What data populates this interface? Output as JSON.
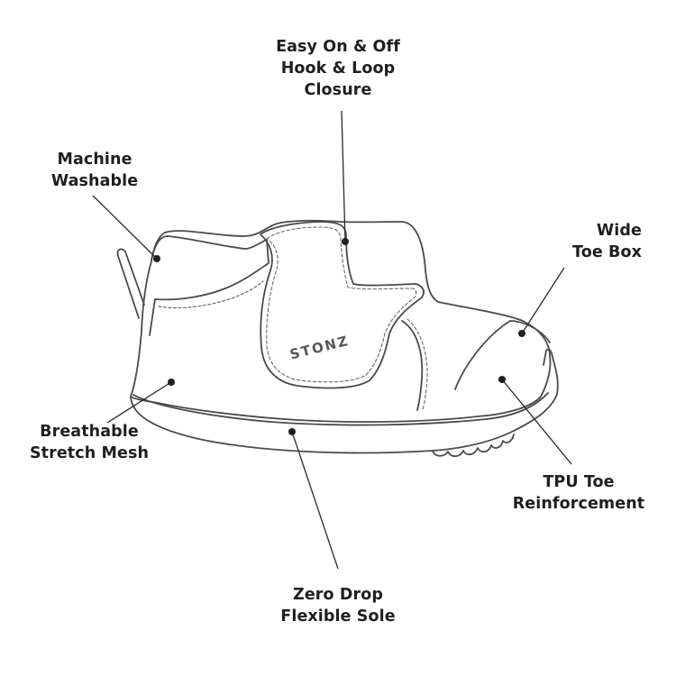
{
  "brand": {
    "logo_text": "STONZ"
  },
  "colors": {
    "line": "#4a4a4a",
    "stitch": "#6a6a6a",
    "leader": "#2a2a2a",
    "text": "#1f1f1f"
  },
  "callouts": {
    "closure": {
      "line1": "Easy On & Off",
      "line2": "Hook & Loop",
      "line3": "Closure"
    },
    "washable": {
      "line1": "Machine",
      "line2": "Washable"
    },
    "toe_box": {
      "line1": "Wide",
      "line2": "Toe Box"
    },
    "mesh": {
      "line1": "Breathable",
      "line2": "Stretch Mesh"
    },
    "tpu": {
      "line1": "TPU Toe",
      "line2": "Reinforcement"
    },
    "sole": {
      "line1": "Zero Drop",
      "line2": "Flexible Sole"
    }
  }
}
